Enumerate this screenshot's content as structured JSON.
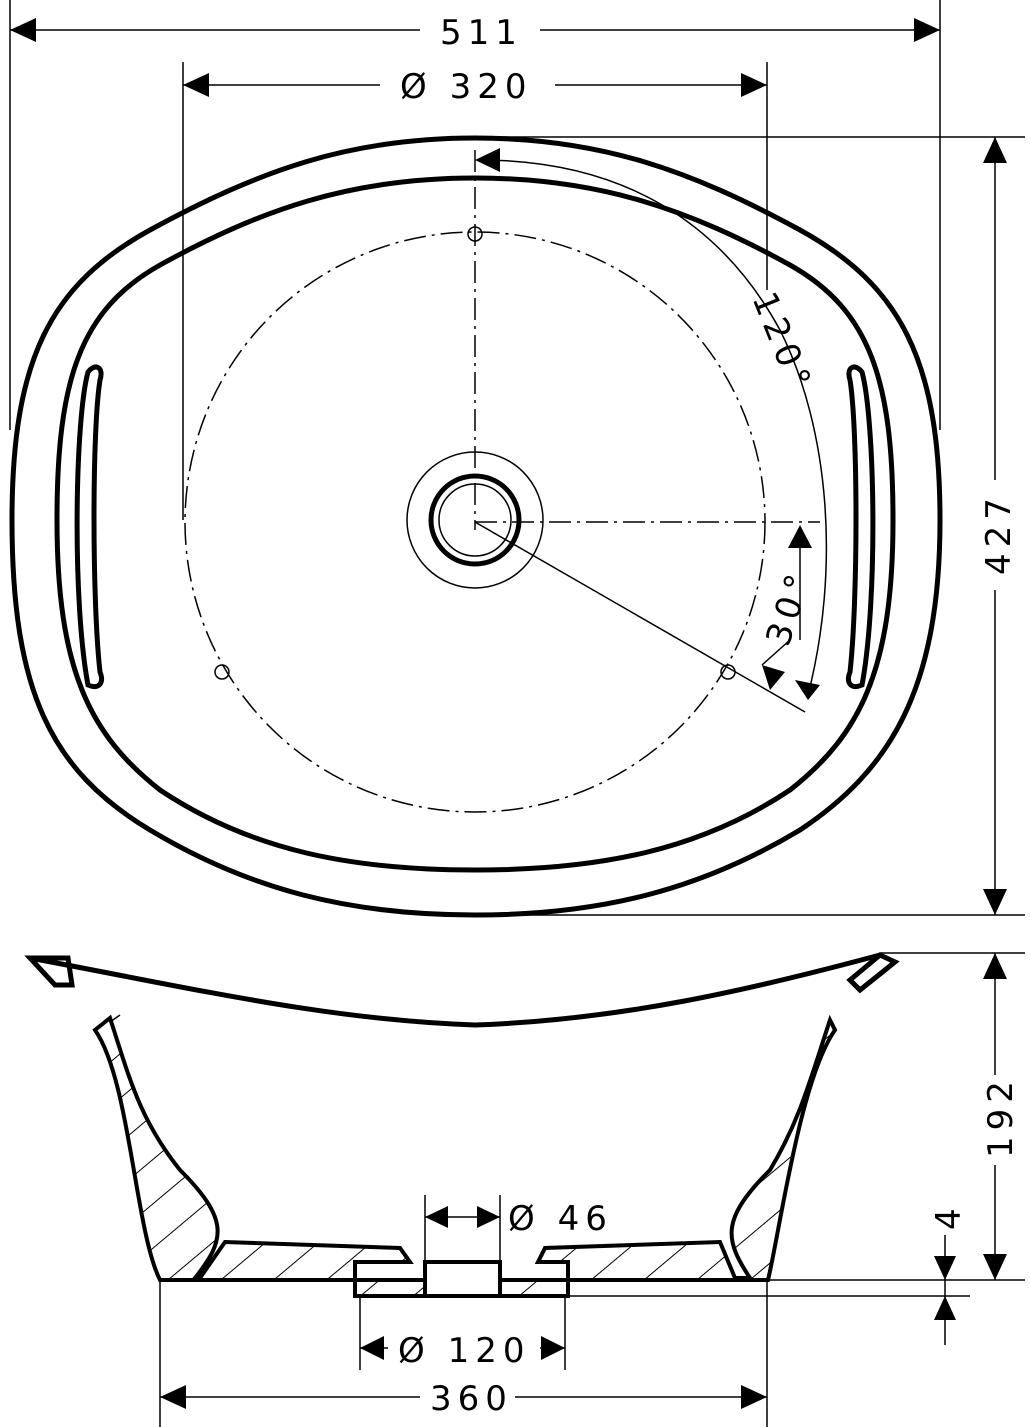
{
  "title": "Washbasin technical drawing",
  "top_view": {
    "width_label": "511",
    "circle_diameter_label": "Ø 320",
    "depth_label": "427",
    "angle_label_1": "120°",
    "angle_label_2": "30°"
  },
  "side_view": {
    "height_label": "192",
    "base_offset_label": "4",
    "drain_diameter_label": "Ø 46",
    "base_diameter_label": "Ø 120",
    "base_width_label": "360"
  }
}
